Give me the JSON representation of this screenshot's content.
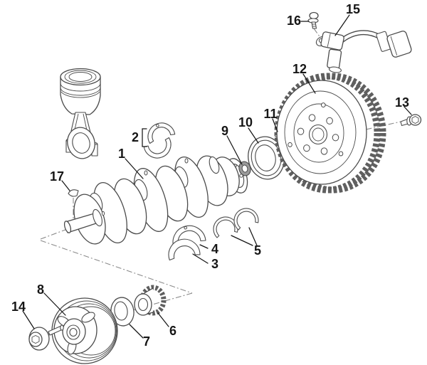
{
  "page": {
    "background": "#ffffff"
  },
  "colors": {
    "line": "#4b4b4b",
    "label": "#161616",
    "dash": "#8a8a8a",
    "teeth": "#5f5f5f"
  },
  "callouts": {
    "c1": "1",
    "c2": "2",
    "c3": "3",
    "c4": "4",
    "c5": "5",
    "c6": "6",
    "c7": "7",
    "c8": "8",
    "c9": "9",
    "c10": "10",
    "c11": "11",
    "c12": "12",
    "c13": "13",
    "c14": "14",
    "c15": "15",
    "c16": "16",
    "c17": "17"
  }
}
